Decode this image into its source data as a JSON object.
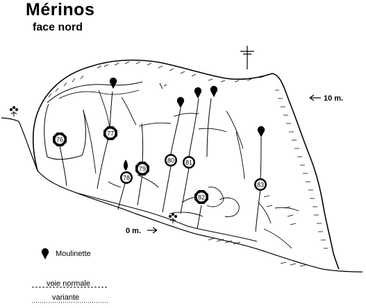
{
  "header": {
    "title": "Mérinos",
    "subtitle": "face nord"
  },
  "scale": {
    "top_label": "10 m.",
    "bottom_label": "0 m."
  },
  "routes": [
    {
      "number": "76",
      "marker": "octagon"
    },
    {
      "number": "77",
      "marker": "octagon"
    },
    {
      "number": "78",
      "marker": "circle"
    },
    {
      "number": "79",
      "marker": "octagon"
    },
    {
      "number": "80",
      "marker": "circle"
    },
    {
      "number": "81",
      "marker": "circle"
    },
    {
      "number": "82",
      "marker": "octagon"
    },
    {
      "number": "83",
      "marker": "circle"
    }
  ],
  "legend": {
    "moulinette": "Moulinette",
    "voie_normale": "voie normale",
    "variante": "variante"
  }
}
